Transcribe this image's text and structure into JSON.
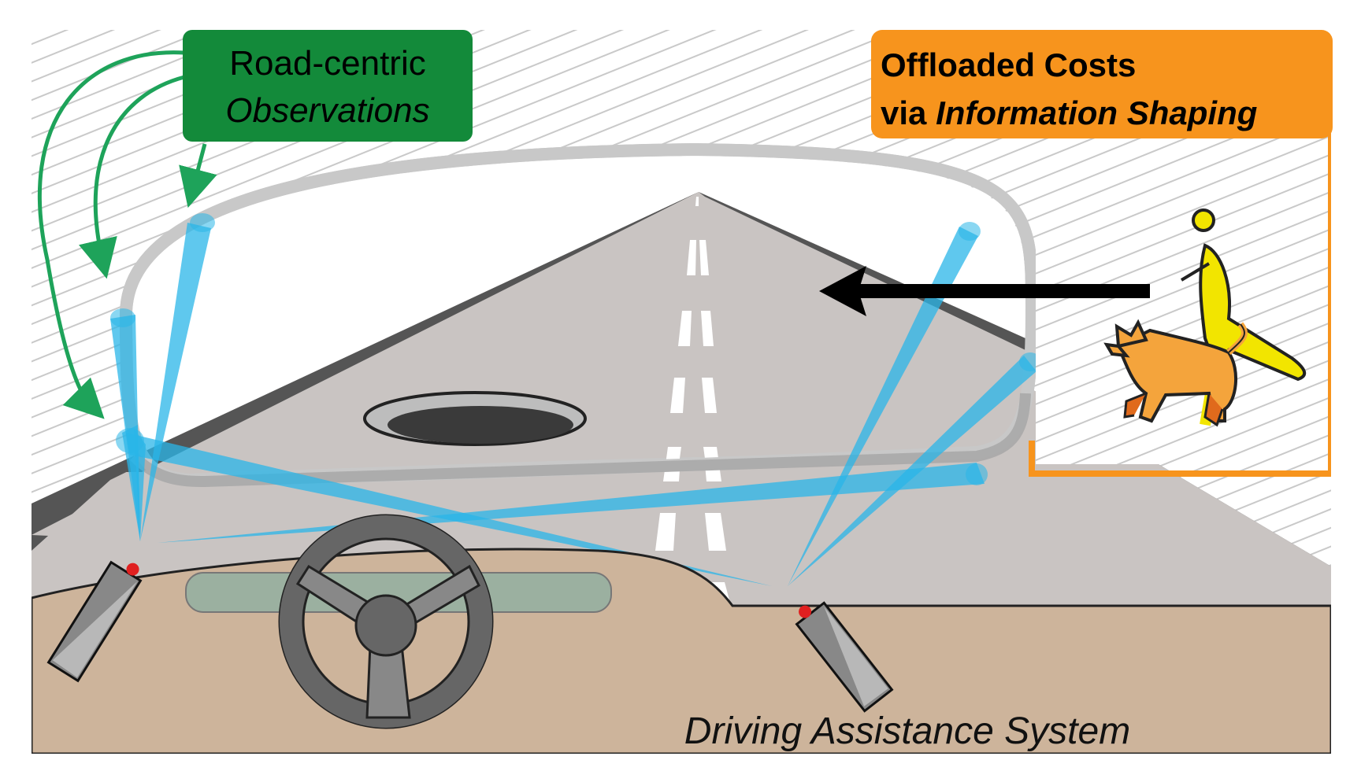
{
  "labels": {
    "observations": {
      "line1": "Road-centric",
      "line2": "Observations"
    },
    "offloaded": {
      "line1": "Offloaded Costs",
      "line2_prefix": "via ",
      "line2_italic": "Information Shaping"
    },
    "system": "Driving Assistance System"
  },
  "icons": [
    "hatched-background-icon",
    "road-icon",
    "lane-marking-icon",
    "pothole-icon",
    "windshield-outline-icon",
    "sensor-beam-icon",
    "steering-wheel-icon",
    "camera-sensor-icon",
    "pedestrian-icon",
    "dog-icon",
    "arrow-left-icon",
    "curved-arrow-icon"
  ],
  "colors": {
    "observations_box": "#138a3a",
    "offloaded_box": "#f7941d",
    "beam": "#29b6e8",
    "dashboard": "#cdb49b",
    "road": "#c9c4c2",
    "road_edge": "#555555",
    "windshield": "#c8c8c8",
    "pedestrian": "#f2e500",
    "dog": "#f4a43c",
    "arrow": "#000000"
  }
}
